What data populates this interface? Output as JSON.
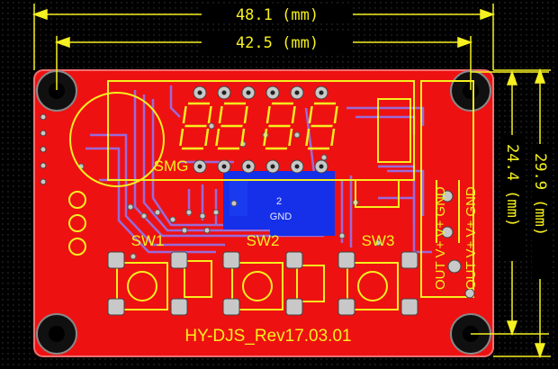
{
  "dimensions": {
    "overall_width": "48.1 (mm)",
    "hole_spacing_x": "42.5 (mm)",
    "hole_spacing_y": "24.4 (mm)",
    "overall_height": "29.9 (mm)"
  },
  "silkscreen": {
    "display_label": "SMG",
    "button1": "SW1",
    "button2": "SW2",
    "button3": "SW3",
    "board_revision": "HY-DJS_Rev17.03.01",
    "connector_pins": [
      "OUT V+ V+ GND",
      "OUT V+ V+ GND"
    ],
    "pour_net_number": "2",
    "pour_net_name": "GND"
  },
  "colors": {
    "board_red": "#ee1111",
    "silkscreen": "#f5f020",
    "copper_bottom": "#1530e8",
    "trace_purple": "#9a6ad8",
    "pad_gray": "#c8c8c8",
    "background": "#000000"
  }
}
